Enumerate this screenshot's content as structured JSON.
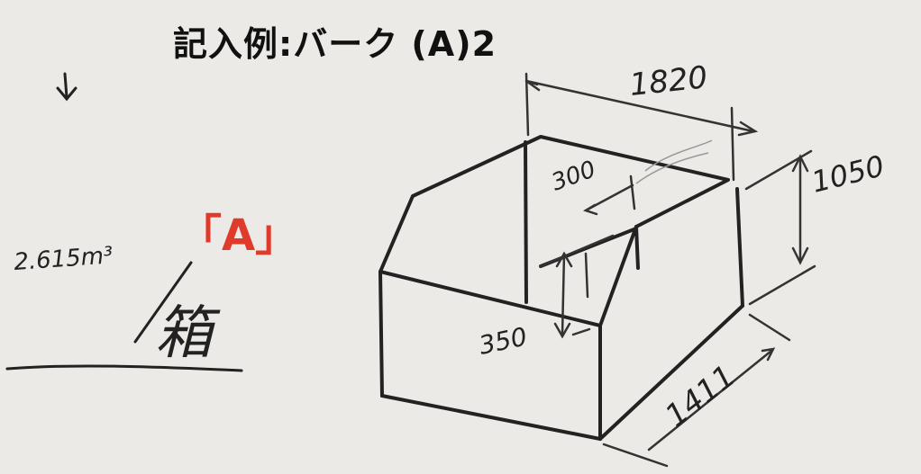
{
  "title": "記入例:バーク (A)2",
  "label": "「A」",
  "volume_note": "2.615m³",
  "box_char": "箱",
  "dimensions": {
    "width": "1820",
    "height": "1050",
    "depth": "1411",
    "inset": "300",
    "wall_height": "350"
  },
  "colors": {
    "ink": "#222222",
    "accent": "#e03b2a",
    "paper": "#eceae6"
  }
}
